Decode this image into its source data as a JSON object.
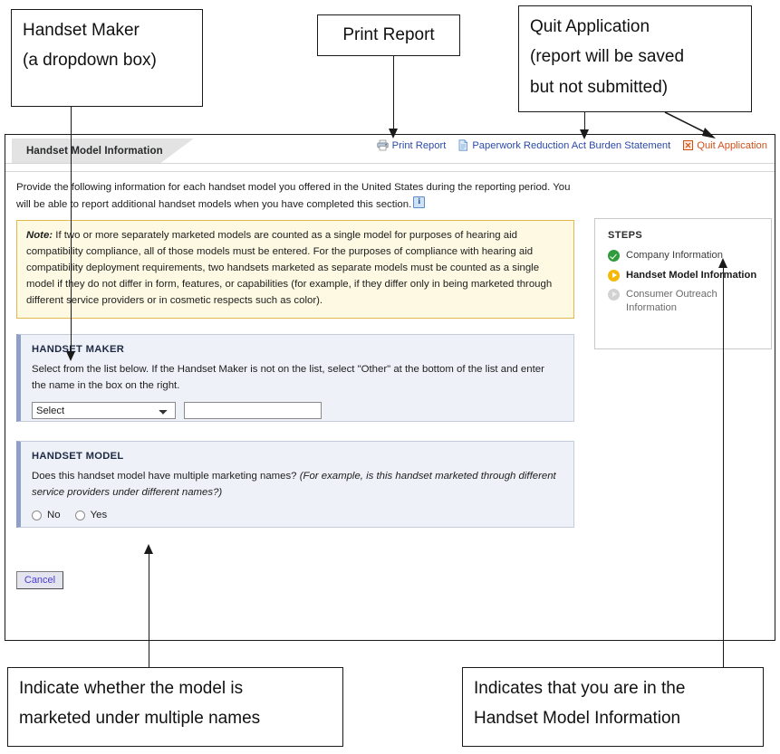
{
  "annotations": {
    "handset_maker": {
      "line1": "Handset Maker",
      "line2": "(a dropdown box)"
    },
    "print_report": {
      "line1": "Print Report"
    },
    "quit_application": {
      "line1": "Quit Application",
      "line2": "(report will be saved",
      "line3": "but not submitted)"
    },
    "multiple_names": {
      "line1": "Indicate whether the model is",
      "line2": "marketed under multiple names"
    },
    "current_step": {
      "line1": "Indicates that you are in the",
      "line2": "Handset Model Information"
    }
  },
  "app": {
    "tab_label": "Handset Model Information",
    "header_links": [
      {
        "label": "Print Report",
        "icon": "printer-icon",
        "color": "#2c4aa8"
      },
      {
        "label": "Paperwork Reduction Act Burden Statement",
        "icon": "document-icon",
        "color": "#2c4aa8"
      },
      {
        "label": "Quit Application",
        "icon": "close-box-icon",
        "color": "#d1501a"
      }
    ],
    "intro_text": "Provide the following information for each handset model you offered in the United States during the reporting period. You will be able to report additional handset models when you have completed this section.",
    "info_icon": "info-icon",
    "note": {
      "label": "Note:",
      "text": " If two or more separately marketed models are counted as a single model for purposes of hearing aid compatibility compliance, all of those models must be entered.  For the purposes of compliance with hearing aid compatibility deployment requirements, two handsets marketed as separate models must be counted as a single model if they do not differ in form, features, or capabilities (for example, if they differ only in being marketed through different service providers or in cosmetic respects such as color)."
    },
    "steps": {
      "title": "STEPS",
      "items": [
        {
          "label": "Company Information",
          "state": "done"
        },
        {
          "label": "Handset Model Information",
          "state": "current"
        },
        {
          "label": "Consumer Outreach Information",
          "state": "pending"
        }
      ]
    },
    "handset_maker": {
      "title": "HANDSET MAKER",
      "instructions": "Select from the list below. If the Handset Maker is not on the list, select \"Other\" at the bottom of the list and enter the name in the box on the right.",
      "select_value": "Select",
      "select_options": [
        "Select"
      ],
      "other_value": "",
      "other_placeholder": ""
    },
    "handset_model": {
      "title": "HANDSET MODEL",
      "question": "Does this handset model have multiple marketing names? ",
      "question_italic": "(For example, is this handset marketed through different service providers under different names?)",
      "radio_no": "No",
      "radio_yes": "Yes"
    },
    "cancel_label": "Cancel"
  },
  "colors": {
    "link_blue": "#2c4aa8",
    "quit_orange": "#d1501a",
    "note_bg": "#fdf9e3",
    "note_border": "#e0b94e",
    "panel_bg": "#eef1f8",
    "panel_accent": "#8ea0c8",
    "step_done": "#2e9b3c",
    "step_current": "#f5b808",
    "step_pending": "#d2d2d2"
  }
}
